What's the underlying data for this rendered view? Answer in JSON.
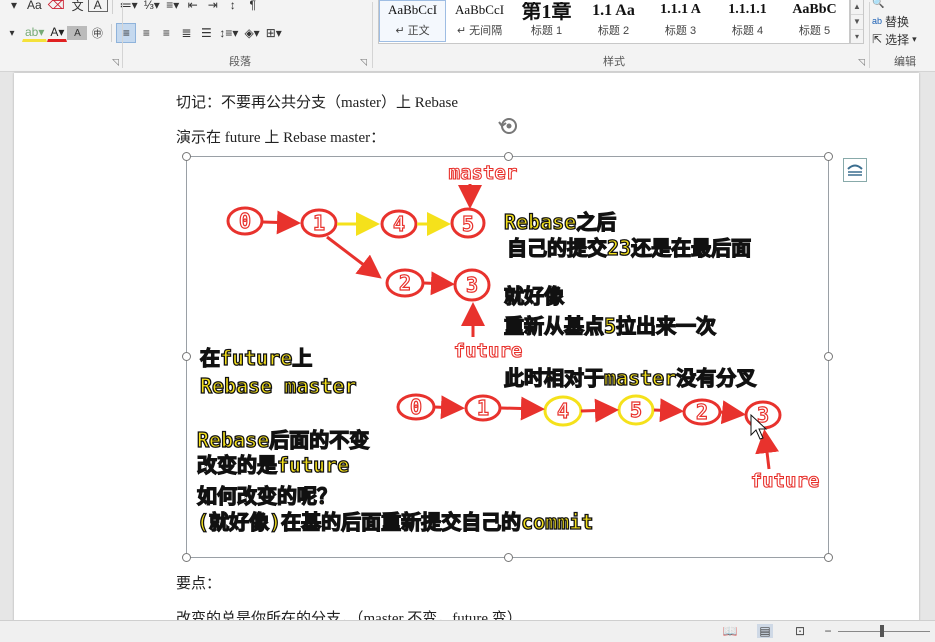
{
  "ribbon": {
    "row1_buttons": [
      "Aa",
      "A"
    ],
    "paragraph_group_label": "段落",
    "styles_group_label": "样式",
    "editing_group_label": "编辑",
    "styles": [
      {
        "sample": "AaBbCcI",
        "name": "↵ 正文",
        "size": 13
      },
      {
        "sample": "AaBbCcI",
        "name": "↵ 无间隔",
        "size": 13
      },
      {
        "sample": "第1章",
        "name": "标题 1",
        "size": 20
      },
      {
        "sample": "1.1 Aa",
        "name": "标题 2",
        "size": 16
      },
      {
        "sample": "1.1.1 A",
        "name": "标题 3",
        "size": 14
      },
      {
        "sample": "1.1.1.1",
        "name": "标题 4",
        "size": 14
      },
      {
        "sample": "AaBbC",
        "name": "标题 5",
        "size": 14
      }
    ],
    "editing": {
      "replace": "替换",
      "select": "选择"
    }
  },
  "document": {
    "line1": "切记：不要再公共分支（master）上 Rebase",
    "line2": "演示在 future 上  Rebase master：",
    "line3": "要点：",
    "line4": "改变的总是你所在的分支，（master 不变，future 变）"
  },
  "figure": {
    "top_nodes": [
      "0",
      "1",
      "4",
      "5"
    ],
    "branch_nodes": [
      "2",
      "3"
    ],
    "bottom_nodes": [
      "0",
      "1",
      "4",
      "5",
      "2",
      "3"
    ],
    "label_master": "master",
    "label_future_top": "future",
    "label_future_bottom": "future",
    "note_rebase_after": "Rebase之后",
    "note_commits_last": "自己的提交23还是在最后面",
    "note_like": "就好像",
    "note_pull_out": "重新从基点5拉出来一次",
    "note_no_fork": "此时相对于master没有分叉",
    "note_on_future": "在future上",
    "note_rebase_master": "Rebase master",
    "note_unchanged": "Rebase后面的不变",
    "note_changed": "改变的是future",
    "note_how": "如何改变的呢？",
    "note_recommit": "(就好像)在基的后面重新提交自己的commit",
    "colors": {
      "red": "#e8322d",
      "yellow": "#f5e11b",
      "text_fill": "#f5e11b"
    }
  }
}
